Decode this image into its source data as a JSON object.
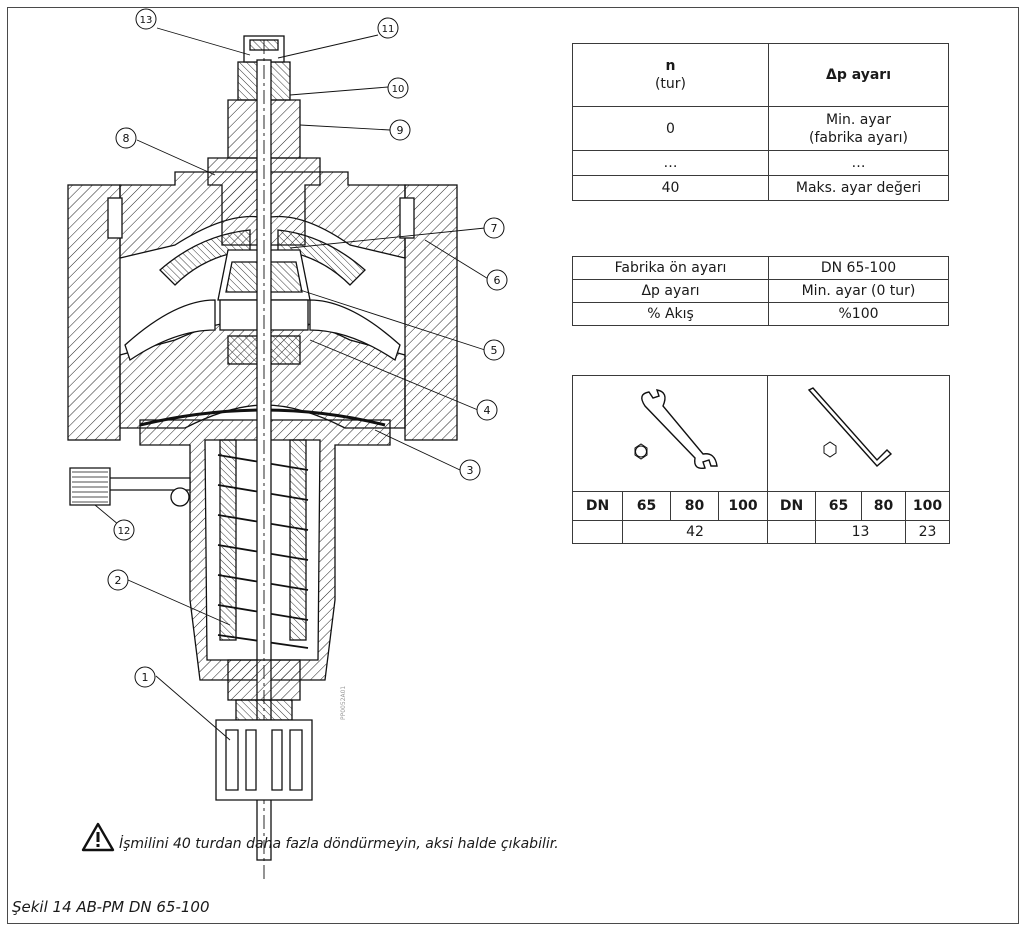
{
  "callouts": [
    "1",
    "2",
    "3",
    "4",
    "5",
    "6",
    "7",
    "8",
    "9",
    "10",
    "11",
    "12",
    "13"
  ],
  "watermark": "PP0052A01",
  "table_turns": {
    "header_n": "n",
    "header_n_unit": "(tur)",
    "header_dp": "Δp ayarı",
    "rows": [
      {
        "n": "0",
        "dp": "Min. ayar",
        "dp2": "(fabrika ayarı)"
      },
      {
        "n": "…",
        "dp": "…",
        "dp2": ""
      },
      {
        "n": "40",
        "dp": "Maks. ayar değeri",
        "dp2": ""
      }
    ]
  },
  "table_factory": {
    "rows": [
      {
        "label": "Fabrika ön ayarı",
        "value": "DN 65-100"
      },
      {
        "label": "Δp ayarı",
        "value": "Min. ayar (0 tur)"
      },
      {
        "label": "% Akış",
        "value": "%100"
      }
    ]
  },
  "table_tools": {
    "wrench_icon": "open-end-wrench-icon",
    "hex_key_icon": "hex-key-icon",
    "headers": [
      "DN",
      "65",
      "80",
      "100",
      "DN",
      "65",
      "80",
      "100"
    ],
    "wrench_size": "42",
    "hex_size_a": "13",
    "hex_size_b": "23"
  },
  "warning": {
    "icon": "warning-triangle-icon",
    "text": "İşmilini 40 turdan daha fazla döndürmeyin, aksi halde çıkabilir."
  },
  "caption": "Şekil 14  AB-PM DN 65-100"
}
